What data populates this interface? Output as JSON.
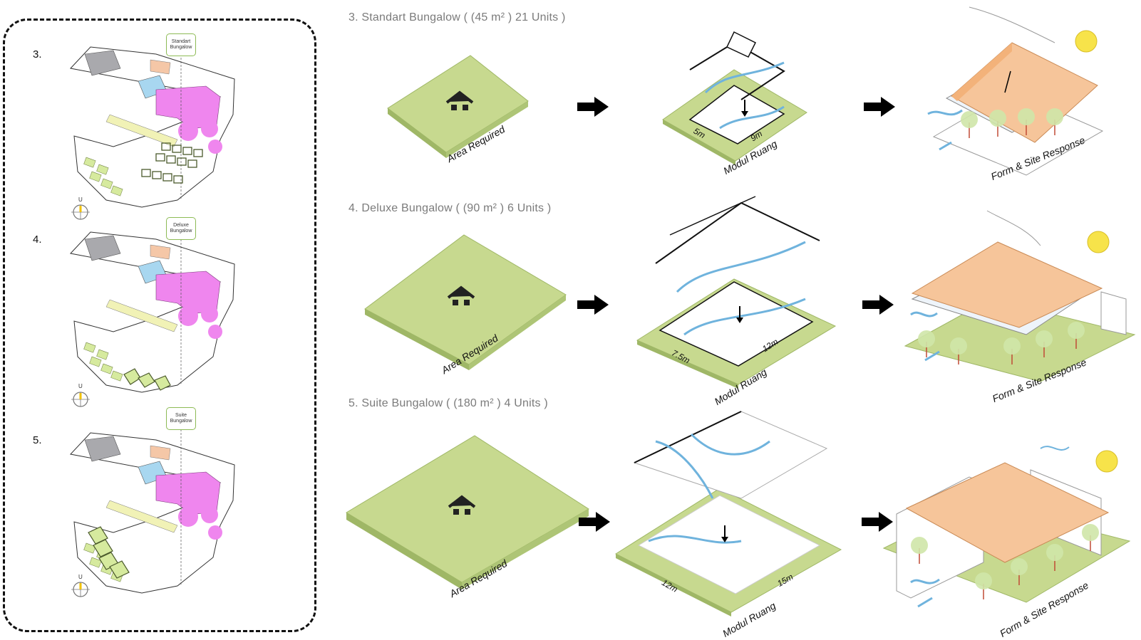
{
  "site_plans": [
    {
      "number": "3.",
      "tag_line1": "Standart",
      "tag_line2": "Bungalow",
      "compass_letter": "U"
    },
    {
      "number": "4.",
      "tag_line1": "Deluxe",
      "tag_line2": "Bungalow",
      "compass_letter": "U"
    },
    {
      "number": "5.",
      "tag_line1": "Suite",
      "tag_line2": "Bungalow",
      "compass_letter": "U"
    }
  ],
  "rows": [
    {
      "title": "3. Standart Bungalow ( (45 m² ) 21 Units )",
      "area_label": "Area Required",
      "module_label": "Modul Ruang",
      "response_label": "Form & Site Response",
      "dim_a": "5m",
      "dim_b": "9m"
    },
    {
      "title": "4. Deluxe Bungalow ( (90 m² ) 6 Units )",
      "area_label": "Area Required",
      "module_label": "Modul Ruang",
      "response_label": "Form & Site Response",
      "dim_a": "7.5m",
      "dim_b": "12m"
    },
    {
      "title": "5. Suite Bungalow ( (180 m² ) 4 Units )",
      "area_label": "Area Required",
      "module_label": "Modul Ruang",
      "response_label": "Form & Site Response",
      "dim_a": "12m",
      "dim_b": "15m"
    }
  ],
  "colors": {
    "grass": "#c7d98f",
    "grass_edge": "#9fb766",
    "roof": "#f6c59a",
    "airflow": "#6fb3dd",
    "accent_pink": "#ef86ee",
    "accent_blue": "#a8d7f0",
    "accent_yellow": "#f1f2b6",
    "sun": "#f7e34a",
    "tag_border": "#8dbb55"
  }
}
